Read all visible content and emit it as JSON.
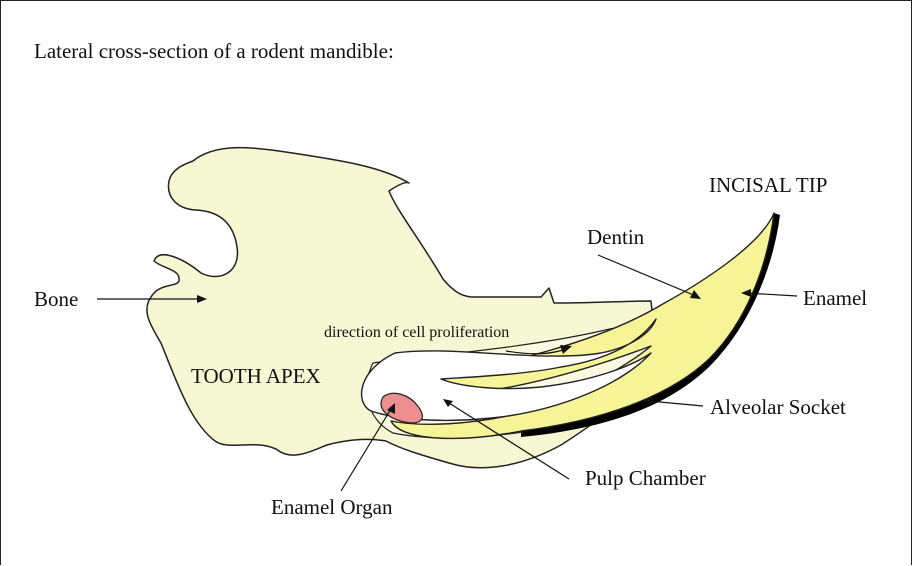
{
  "title": "Lateral cross-section of a rodent mandible:",
  "labels": {
    "incisal_tip": "INCISAL TIP",
    "dentin": "Dentin",
    "bone": "Bone",
    "enamel": "Enamel",
    "direction": "direction of cell proliferation",
    "tooth_apex": "TOOTH APEX",
    "alveolar_socket": "Alveolar Socket",
    "pulp_chamber": "Pulp Chamber",
    "enamel_organ": "Enamel Organ"
  },
  "colors": {
    "bone": "#f6f7d3",
    "dentin": "#f7f498",
    "enamel": "#000000",
    "enamel_organ": "#ee8f8f",
    "outline": "#222222",
    "pulp": "#ffffff"
  }
}
